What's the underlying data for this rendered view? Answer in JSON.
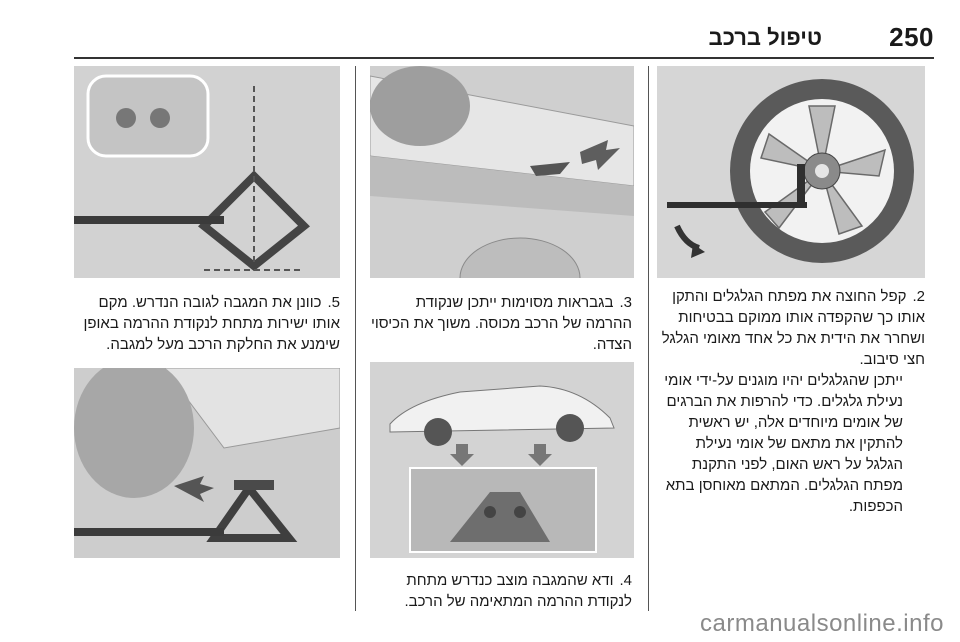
{
  "header": {
    "page_number": "250",
    "section_title": "טיפול ברכב"
  },
  "steps": {
    "step2": {
      "num": "2.",
      "text": "קפל החוצה את מפתח הגלגלים והתקן אותו כך שהקפדה אותו ממוקם בבטיחות ושחרר את הידית את כל אחד מאומי הגלגל חצי סיבוב."
    },
    "step3": {
      "num": "3.",
      "text": "בגבראות מסוימות ייתכן שנקודת ההרמה של הרכב מכוסה. משוך את הכיסוי הצדה."
    },
    "step4": {
      "num": "4.",
      "text": "ודא שהמגבה מוצב כנדרש מתחת לנקודת ההרמה המתאימה של הרכב."
    },
    "step5": {
      "num": "5.",
      "text": "כוונן את המגבה לגובה הנדרש. מקם אותו ישירות מתחת לנקודת ההרמה באופן שימנע את החלקת הרכב מעל למגבה."
    }
  },
  "note": "ייתכן שהגלגלים יהיו מוגנים על-ידי אומי נעילת גלגלים. כדי להרפות את הברגים של אומים מיוחדים אלה, יש ראשית להתקין את מתאם של אומי נעילת הגלגל על ראש האום, לפני התקנת מפתח הגלגלים. המתאם מאוחסן בתא הכפפות.",
  "watermark": "carmanualsonline.info"
}
